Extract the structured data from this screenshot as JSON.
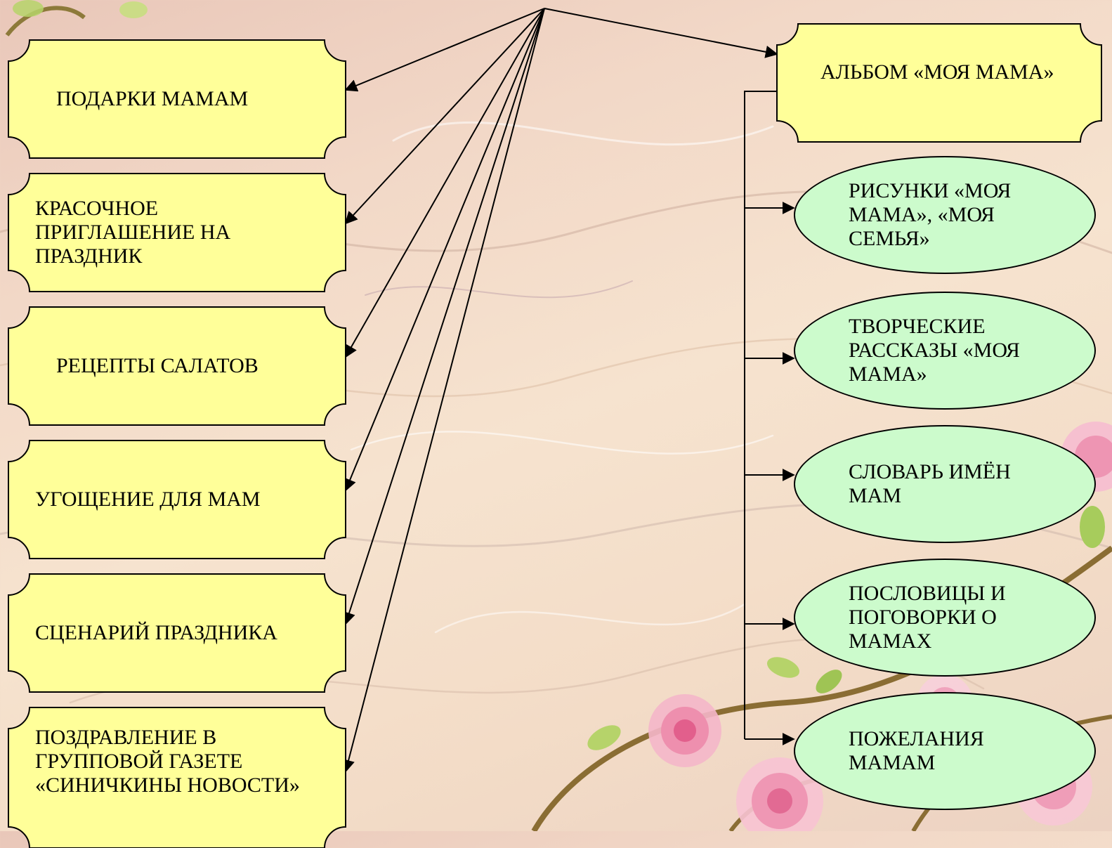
{
  "diagram": {
    "left_boxes": [
      {
        "id": "gifts",
        "label": "ПОДАРКИ  МАМАМ"
      },
      {
        "id": "invitation",
        "label": "КРАСОЧНОЕ ПРИГЛАШЕНИЕ НА ПРАЗДНИК"
      },
      {
        "id": "salads",
        "label": "РЕЦЕПТЫ САЛАТОВ"
      },
      {
        "id": "treats",
        "label": "УГОЩЕНИЕ ДЛЯ МАМ"
      },
      {
        "id": "scenario",
        "label": "СЦЕНАРИЙ ПРАЗДНИКА"
      },
      {
        "id": "newspaper",
        "label": "ПОЗДРАВЛЕНИЕ В ГРУППОВОЙ ГАЗЕТЕ «СИНИЧКИНЫ НОВОСТИ»"
      }
    ],
    "album": {
      "label": "АЛЬБОМ «МОЯ МАМА»"
    },
    "ovals": [
      {
        "id": "drawings",
        "label": "РИСУНКИ «МОЯ МАМА», «МОЯ СЕМЬЯ»"
      },
      {
        "id": "stories",
        "label": "ТВОРЧЕСКИЕ РАССКАЗЫ «МОЯ МАМА»"
      },
      {
        "id": "names",
        "label": "СЛОВАРЬ ИМЁН МАМ"
      },
      {
        "id": "proverbs",
        "label": "ПОСЛОВИЦЫ И ПОГОВОРКИ О МАМАХ"
      },
      {
        "id": "wishes",
        "label": "ПОЖЕЛАНИЯ МАМАМ"
      }
    ],
    "colors": {
      "box_fill": "#ffff99",
      "oval_fill": "#ccfbcc",
      "stroke": "#000000"
    }
  }
}
